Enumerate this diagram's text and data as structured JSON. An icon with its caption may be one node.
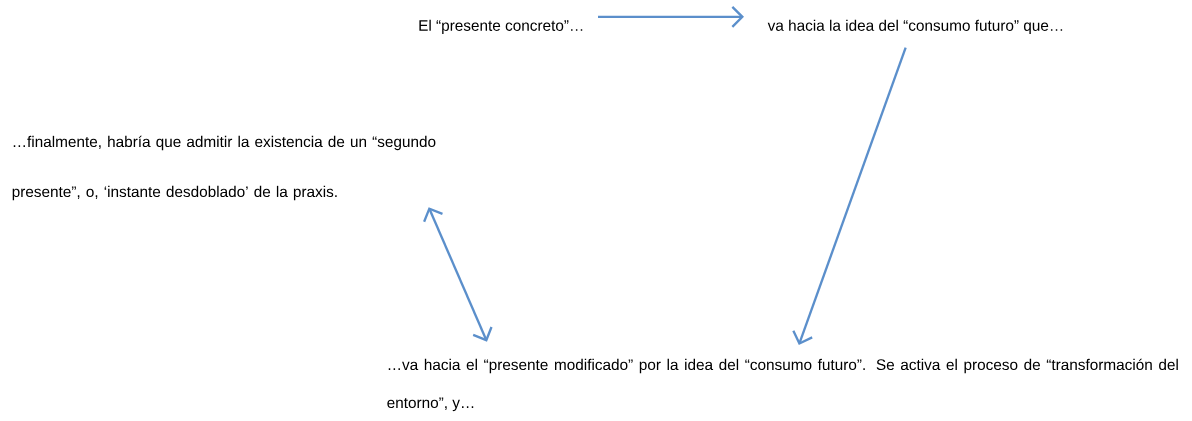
{
  "diagram": {
    "nodes": [
      {
        "text": [
          "El “presente concreto”…"
        ]
      },
      {
        "text": [
          "va hacia la idea del “consumo futuro” que…"
        ]
      },
      {
        "text": [
          "…finalmente, habría que admitir la existencia de un “segundo presente”, o, ‘instante desdoblado’ de la praxis."
        ]
      },
      {
        "text": [
          "…va hacia el “presente modificado” por la idea del “consumo futuro”. Se activa el proceso de “transformación del entorno”, y…"
        ]
      }
    ],
    "edges": [
      {
        "from": 0,
        "to": 1,
        "arrow": "to"
      },
      {
        "from": 1,
        "to": 3,
        "arrow": "to"
      },
      {
        "from": 2,
        "to": 3,
        "arrow": "both"
      }
    ]
  }
}
